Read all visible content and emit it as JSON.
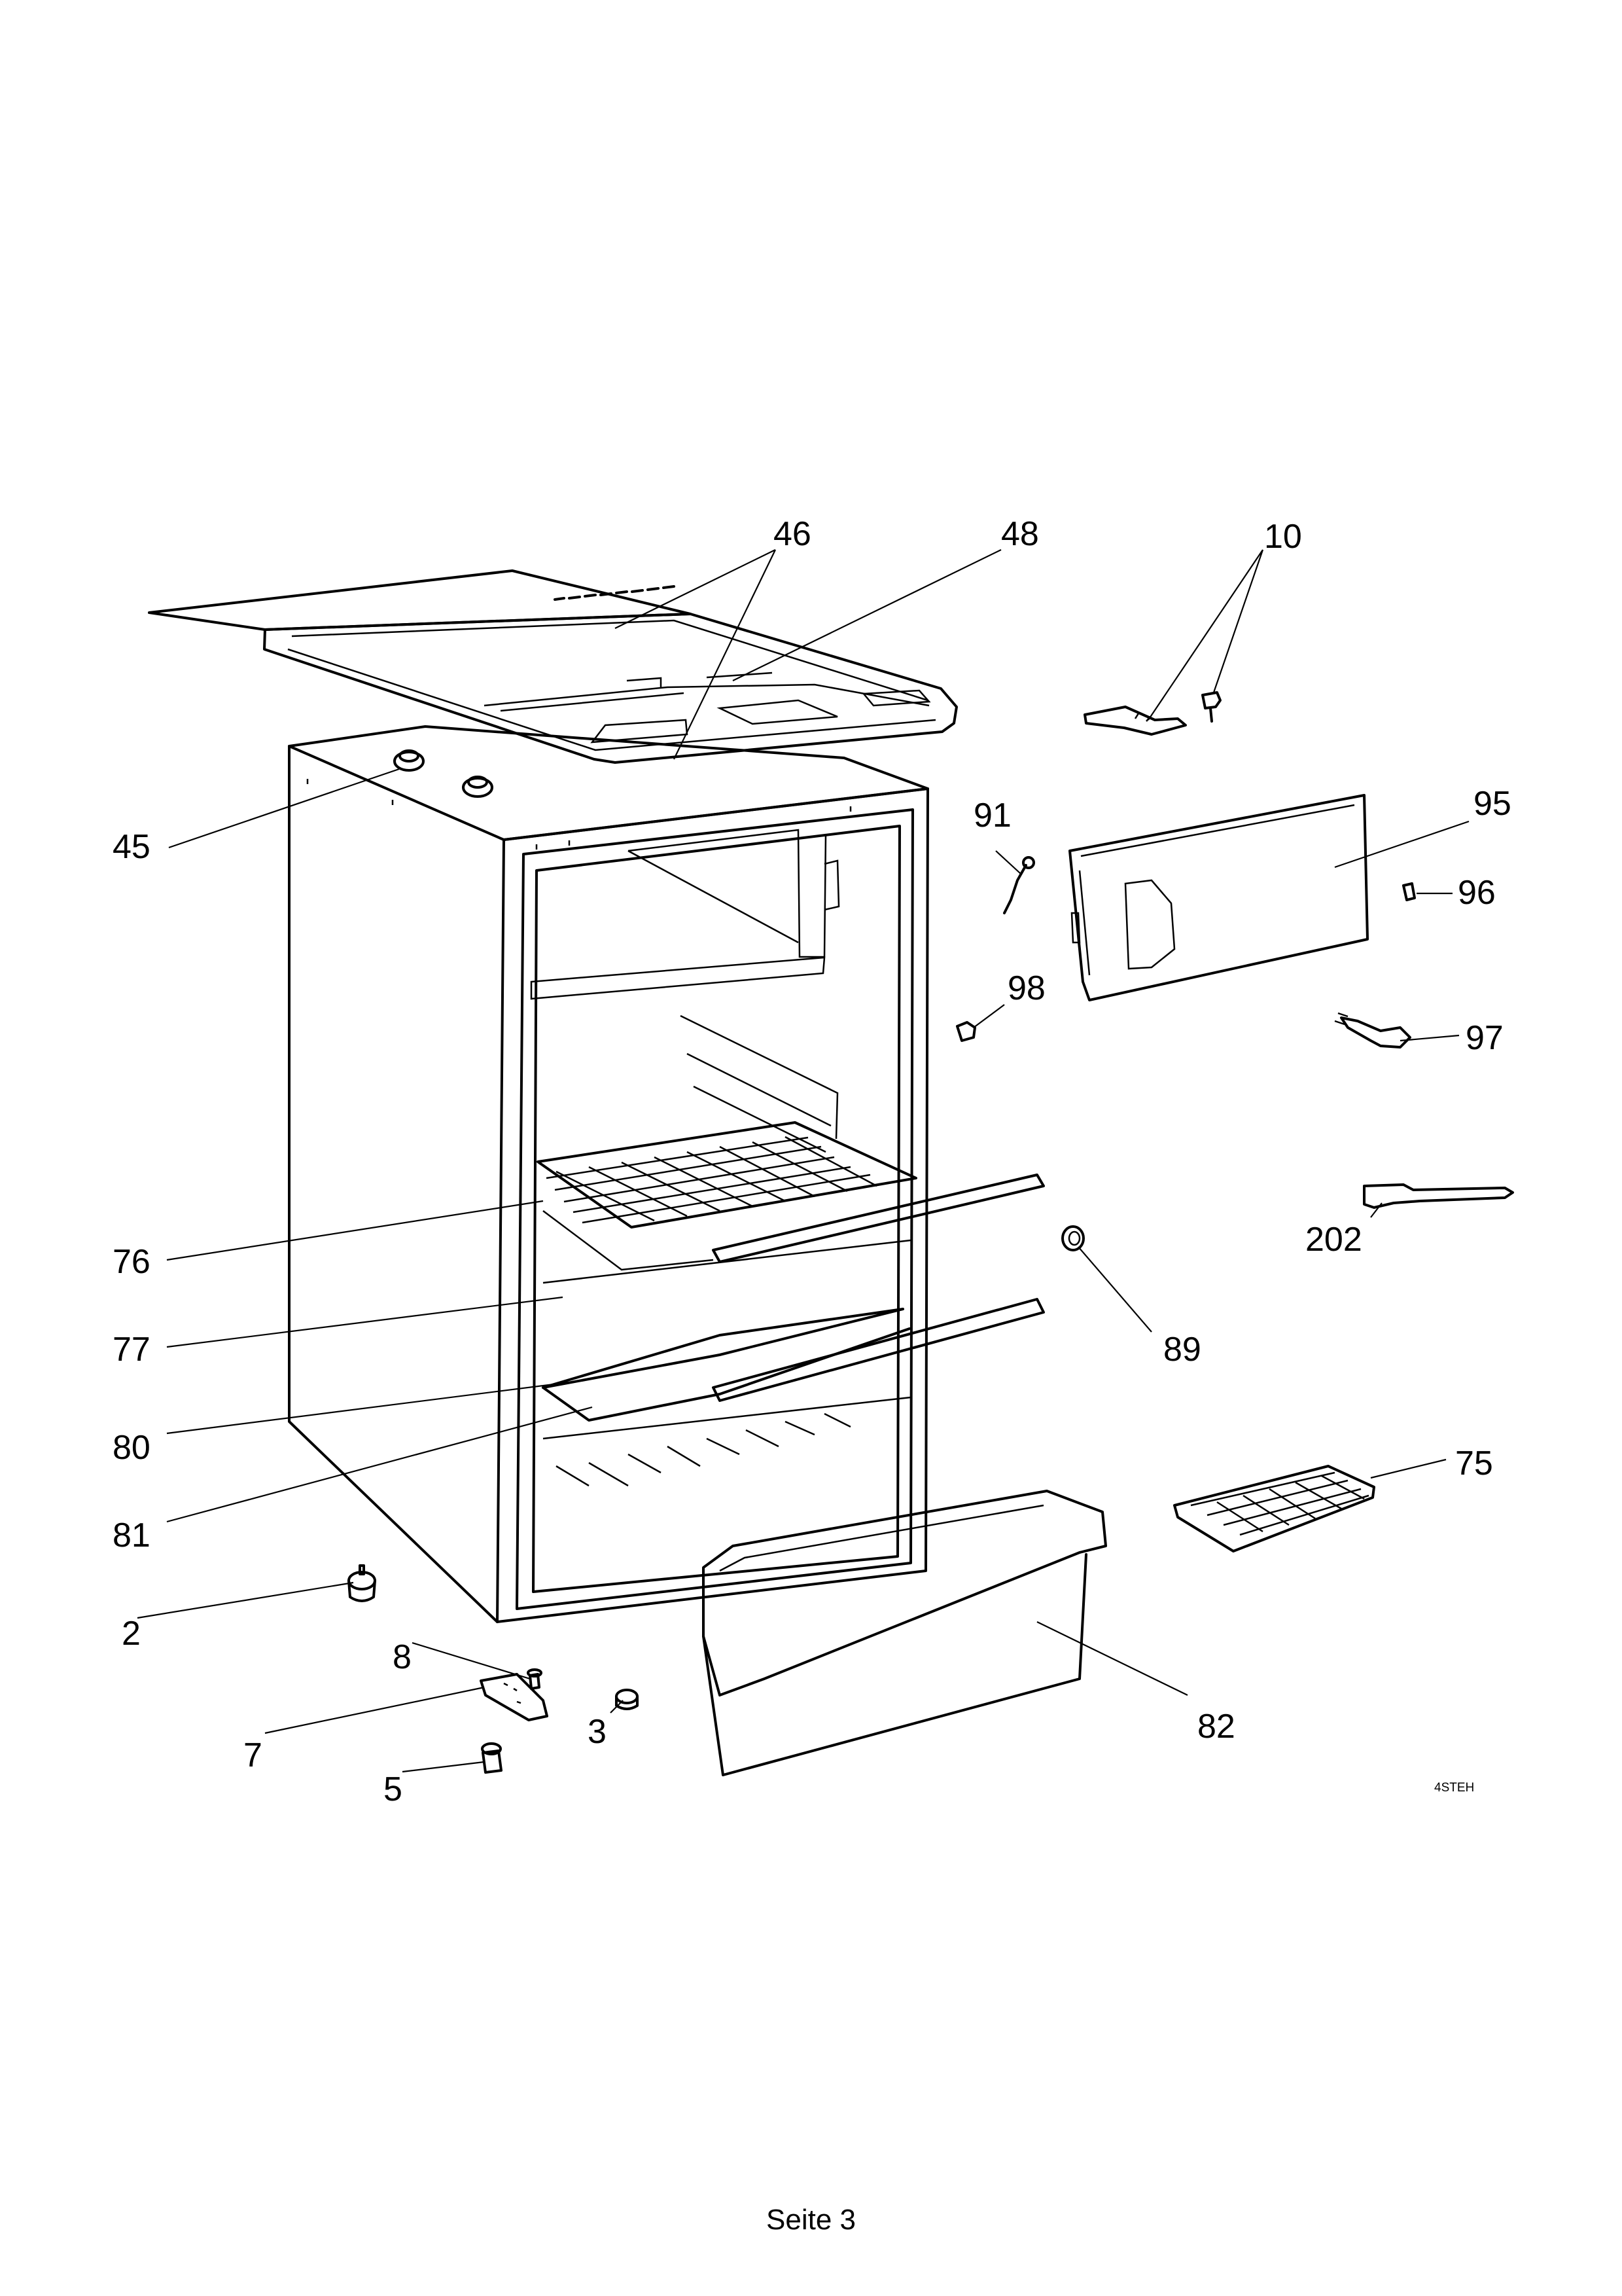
{
  "callouts": [
    {
      "id": "46",
      "text": "46"
    },
    {
      "id": "48",
      "text": "48"
    },
    {
      "id": "10",
      "text": "10"
    },
    {
      "id": "45",
      "text": "45"
    },
    {
      "id": "91",
      "text": "91"
    },
    {
      "id": "95",
      "text": "95"
    },
    {
      "id": "96",
      "text": "96"
    },
    {
      "id": "98",
      "text": "98"
    },
    {
      "id": "97",
      "text": "97"
    },
    {
      "id": "76",
      "text": "76"
    },
    {
      "id": "202",
      "text": "202"
    },
    {
      "id": "77",
      "text": "77"
    },
    {
      "id": "89",
      "text": "89"
    },
    {
      "id": "80",
      "text": "80"
    },
    {
      "id": "75",
      "text": "75"
    },
    {
      "id": "81",
      "text": "81"
    },
    {
      "id": "2",
      "text": "2"
    },
    {
      "id": "8",
      "text": "8"
    },
    {
      "id": "3",
      "text": "3"
    },
    {
      "id": "82",
      "text": "82"
    },
    {
      "id": "7",
      "text": "7"
    },
    {
      "id": "5",
      "text": "5"
    }
  ],
  "drawing_code": "4STEH",
  "footer": "Seite 3"
}
